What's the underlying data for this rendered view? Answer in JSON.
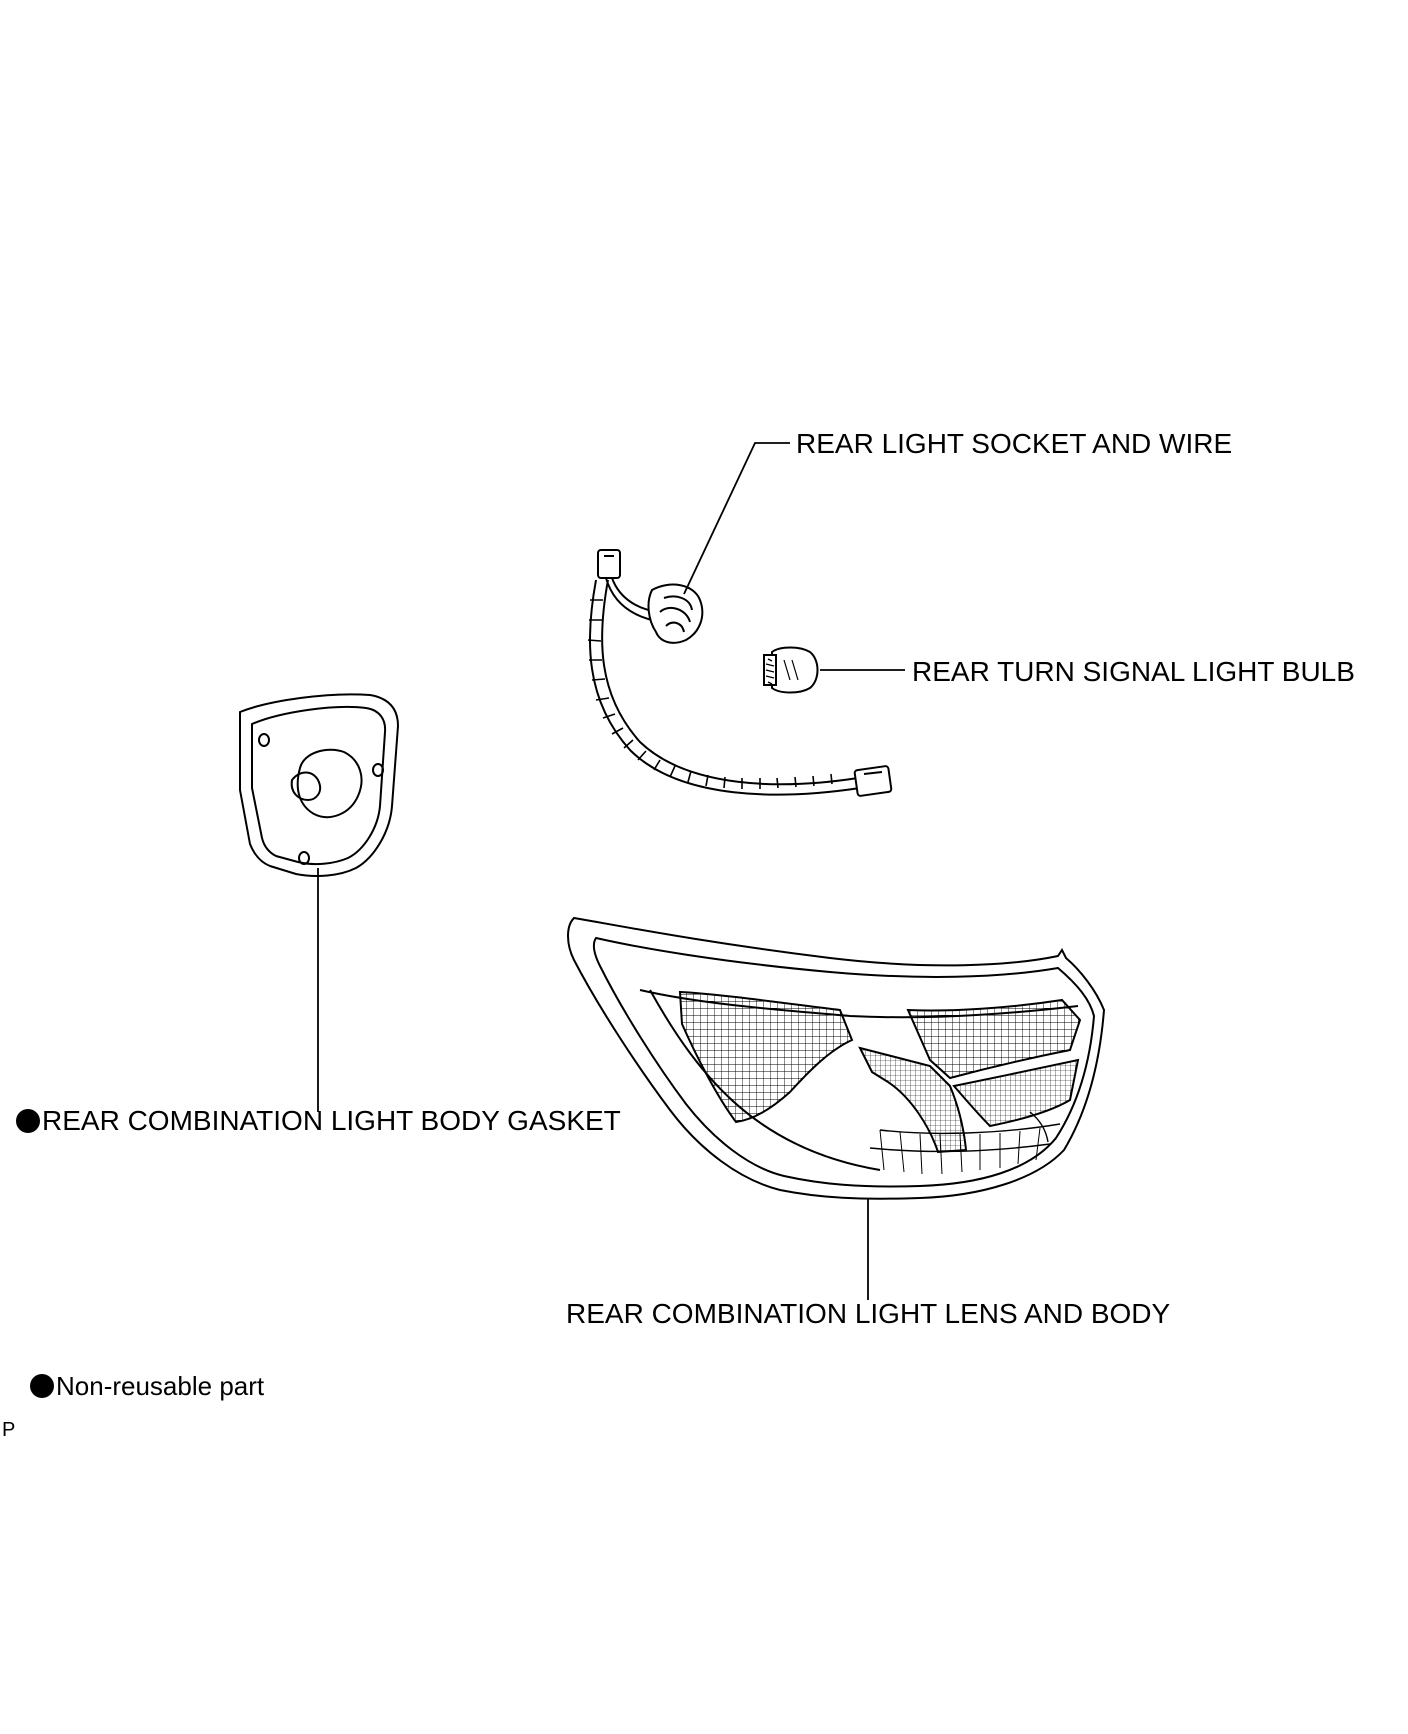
{
  "labels": {
    "socket_and_wire": "REAR LIGHT SOCKET AND WIRE",
    "turn_signal_bulb": "REAR TURN SIGNAL LIGHT BULB",
    "body_gasket": "REAR COMBINATION LIGHT BODY GASKET",
    "lens_and_body": "REAR COMBINATION LIGHT LENS AND BODY"
  },
  "legend": {
    "non_reusable": "Non-reusable part"
  },
  "corner_mark": "P",
  "icons": {
    "non_reusable_marker": "filled-circle-icon"
  },
  "colors": {
    "line": "#000000",
    "background": "#ffffff"
  }
}
